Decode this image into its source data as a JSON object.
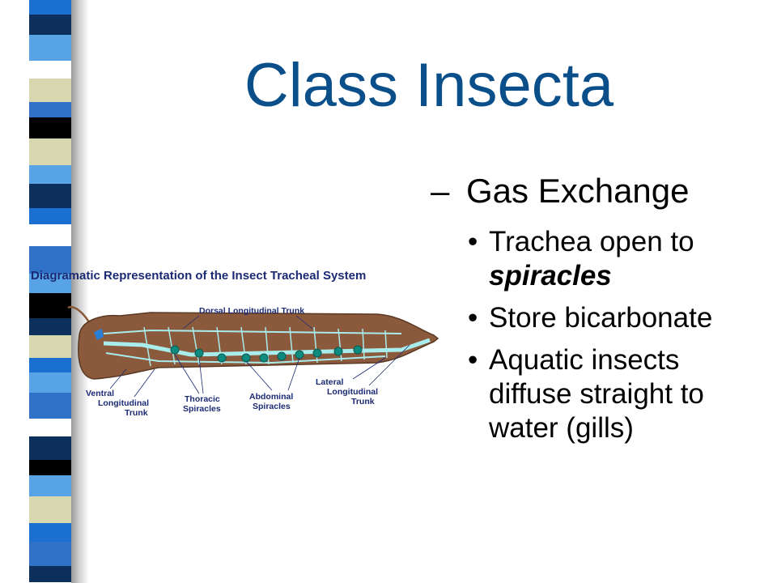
{
  "slide": {
    "title": "Class Insecta",
    "subheading": {
      "marker": "–",
      "text": "Gas Exchange"
    },
    "bullets": [
      {
        "marker": "•",
        "text": "Trachea open to ",
        "emphasis": "spiracles"
      },
      {
        "marker": "•",
        "text": "Store bicarbonate",
        "emphasis": ""
      },
      {
        "marker": "•",
        "text": "Aquatic insects diffuse straight to water (gills)",
        "emphasis": ""
      }
    ]
  },
  "diagram": {
    "title": "Diagramatic Representation of the Insect Tracheal System",
    "labels": {
      "dorsal": "Dorsal Longitudinal Trunk",
      "ventral_1": "Ventral",
      "ventral_2": "Longitudinal",
      "ventral_3": "Trunk",
      "thoracic_1": "Thoracic",
      "thoracic_2": "Spiracles",
      "abdominal_1": "Abdominal",
      "abdominal_2": "Spiracles",
      "lateral_1": "Lateral",
      "lateral_2": "Longitudinal",
      "lateral_3": "Trunk"
    }
  },
  "colors": {
    "title": "#0b4f8a",
    "body_fill": "#8b5a3c",
    "trachea": "#a8ecec",
    "spiracle": "#0f8a7e",
    "label": "#1b2a73",
    "stripes": [
      "#1b6fd0",
      "#0c2f5c",
      "#58a3e6",
      "#ffffff",
      "#d8d8b0",
      "#2f72c8",
      "#000000"
    ]
  }
}
